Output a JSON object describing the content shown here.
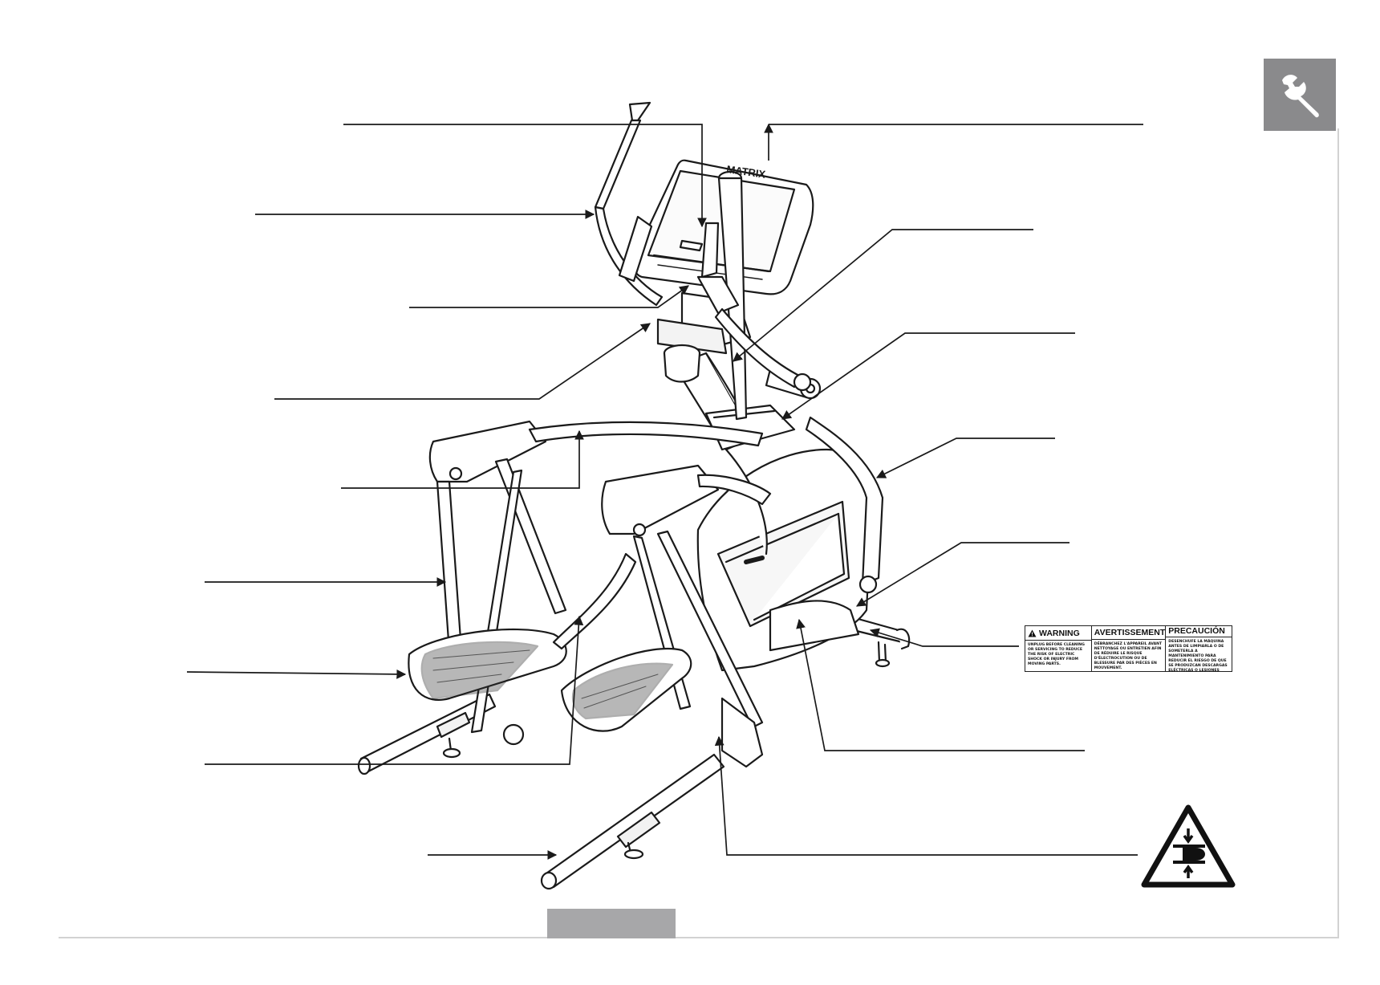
{
  "page": {
    "label": ""
  },
  "icons": {
    "tool_tab": "wrench-icon",
    "pinch_warning": "hand-pinch-warning-icon"
  },
  "colors": {
    "tab_gray": "#8a8a8c",
    "page_tab_gray": "#a7a7a9",
    "line": "#1a1a1a"
  },
  "console_brand": "MATRIX",
  "warning_label": {
    "columns": [
      {
        "title": "WARNING",
        "text": "UNPLUG BEFORE CLEANING OR SERVICING TO REDUCE THE RISK OF ELECTRIC SHOCK OR INJURY FROM MOVING PARTS."
      },
      {
        "title": "AVERTISSEMENT",
        "text": "DÉBRANCHEZ L'APPAREIL AVANT NETTOYAGE OU ENTRETIEN AFIN DE RÉDUIRE LE RISQUE D'ÉLECTROCUTION OU DE BLESSURE PAR DES PIÈCES EN MOUVEMENT."
      },
      {
        "title": "PRECAUCIÓN",
        "text": "DESENCHUFE LA MÁQUINA ANTES DE LIMPIARLA O DE SOMETERLA A MANTENIMIENTO PARA REDUCIR EL RIESGO DE QUE SE PRODUZCAN DESCARGAS ELÉCTRICAS O LESIONES POR PIEZAS MÓVILES."
      }
    ]
  }
}
